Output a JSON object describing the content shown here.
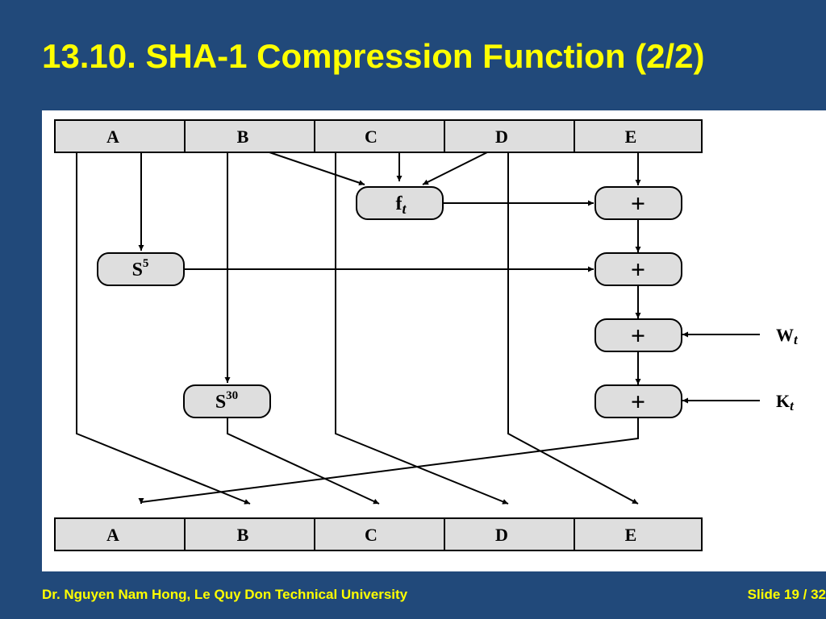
{
  "slide": {
    "title": "13.10. SHA-1 Compression Function (2/2)",
    "author": "Dr. Nguyen Nam Hong, Le Quy Don Technical University",
    "slide_number": "Slide 19 / 32"
  },
  "diagram": {
    "input_registers": [
      "A",
      "B",
      "C",
      "D",
      "E"
    ],
    "output_registers": [
      "A",
      "B",
      "C",
      "D",
      "E"
    ],
    "func_base": "f",
    "func_sub": "t",
    "shift_a_base": "S",
    "shift_a_sup": "5",
    "shift_b_base": "S",
    "shift_b_sup": "30",
    "adders": [
      "+",
      "+",
      "+",
      "+"
    ],
    "w_base": "W",
    "w_sub": "t",
    "k_base": "K",
    "k_sub": "t"
  },
  "colors": {
    "background": "#21497a",
    "title": "#ffff00",
    "panel": "#ffffff",
    "box_fill": "#dedede"
  }
}
